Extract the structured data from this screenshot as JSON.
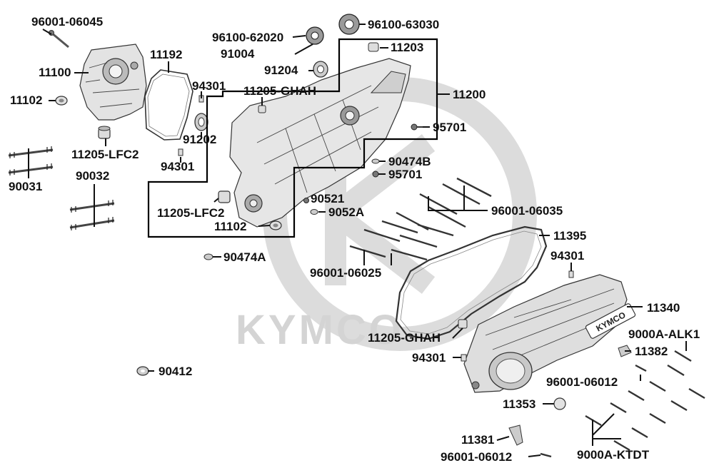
{
  "watermark": {
    "text": "KYMCO",
    "color": "#d4d4d4"
  },
  "cover_logo": "KYMCO",
  "colors": {
    "line": "#111111",
    "part_fill": "#e3e3e3",
    "part_dark": "#9a9a9a",
    "frame": "#000000"
  },
  "labels": {
    "l_96001_06045": "96001-06045",
    "l_11100": "11100",
    "l_11192": "11192",
    "l_11102_a": "11102",
    "l_11205_lfc2_a": "11205-LFC2",
    "l_90031": "90031",
    "l_90032": "90032",
    "l_94301_a": "94301",
    "l_91202": "91202",
    "l_94301_b": "94301",
    "l_11205_ghah_a": "11205-GHAH",
    "l_96100_62020": "96100-62020",
    "l_91004": "91004",
    "l_96100_63030": "96100-63030",
    "l_11203": "11203",
    "l_91204": "91204",
    "l_11200": "11200",
    "l_95701_a": "95701",
    "l_90474b": "90474B",
    "l_95701_b": "95701",
    "l_90521": "90521",
    "l_9052a": "9052A",
    "l_11205_lfc2_b": "11205-LFC2",
    "l_11102_b": "11102",
    "l_96001_06035": "96001-06035",
    "l_11395": "11395",
    "l_90474a": "90474A",
    "l_96001_06025": "96001-06025",
    "l_94301_c": "94301",
    "l_11340": "11340",
    "l_11205_ghah_b": "11205-GHAH",
    "l_9000a_alk1": "9000A-ALK1",
    "l_11382": "11382",
    "l_94301_d": "94301",
    "l_96001_06012_a": "96001-06012",
    "l_90412": "90412",
    "l_11353": "11353",
    "l_11381": "11381",
    "l_96001_06012_b": "96001-06012",
    "l_9000a_ktdt": "9000A-KTDT"
  }
}
